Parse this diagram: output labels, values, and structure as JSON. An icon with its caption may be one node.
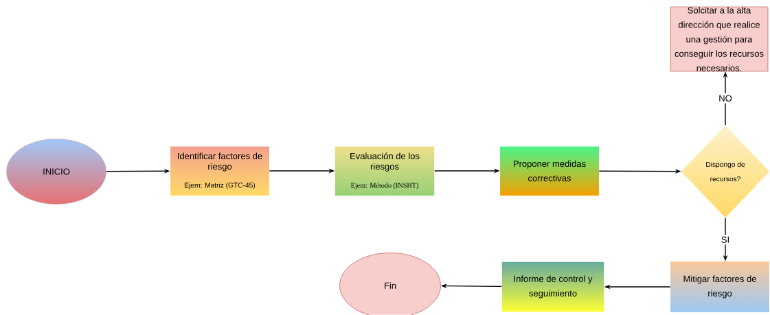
{
  "diagram": {
    "nodes": [
      {
        "text": [
          "INICIO"
        ]
      },
      {
        "text": [
          "Identificar factores de riesgo",
          "Ejem: Matriz (GTC-45)"
        ]
      },
      {
        "text": [
          "Evaluación de los riesgos",
          "Ejem: Método (INSHT)"
        ]
      },
      {
        "text": [
          "Proponer medidas correctivas"
        ]
      },
      {
        "text": [
          "Dispongo de recursos?"
        ]
      },
      {
        "text": [
          "Solcitar a la alta dirección que realice una gestión para conseguir los recursos necesarios."
        ]
      },
      {
        "text": [
          "Mitigar factores de riesgo"
        ]
      },
      {
        "text": [
          "Informe de control y seguimiento"
        ]
      },
      {
        "text": [
          "Fin"
        ]
      }
    ],
    "edges": [
      {
        "from": 0,
        "to": 1,
        "arrow": "to"
      },
      {
        "from": 1,
        "to": 2,
        "arrow": "to"
      },
      {
        "from": 2,
        "to": 3,
        "arrow": "to"
      },
      {
        "from": 3,
        "to": 4,
        "arrow": "to"
      },
      {
        "from": 4,
        "to": 5,
        "arrow": "to",
        "label": "NO"
      },
      {
        "from": 4,
        "to": 6,
        "arrow": "to",
        "label": "SI"
      },
      {
        "from": 6,
        "to": 7,
        "arrow": "to"
      },
      {
        "from": 7,
        "to": 8,
        "arrow": "to"
      }
    ]
  }
}
